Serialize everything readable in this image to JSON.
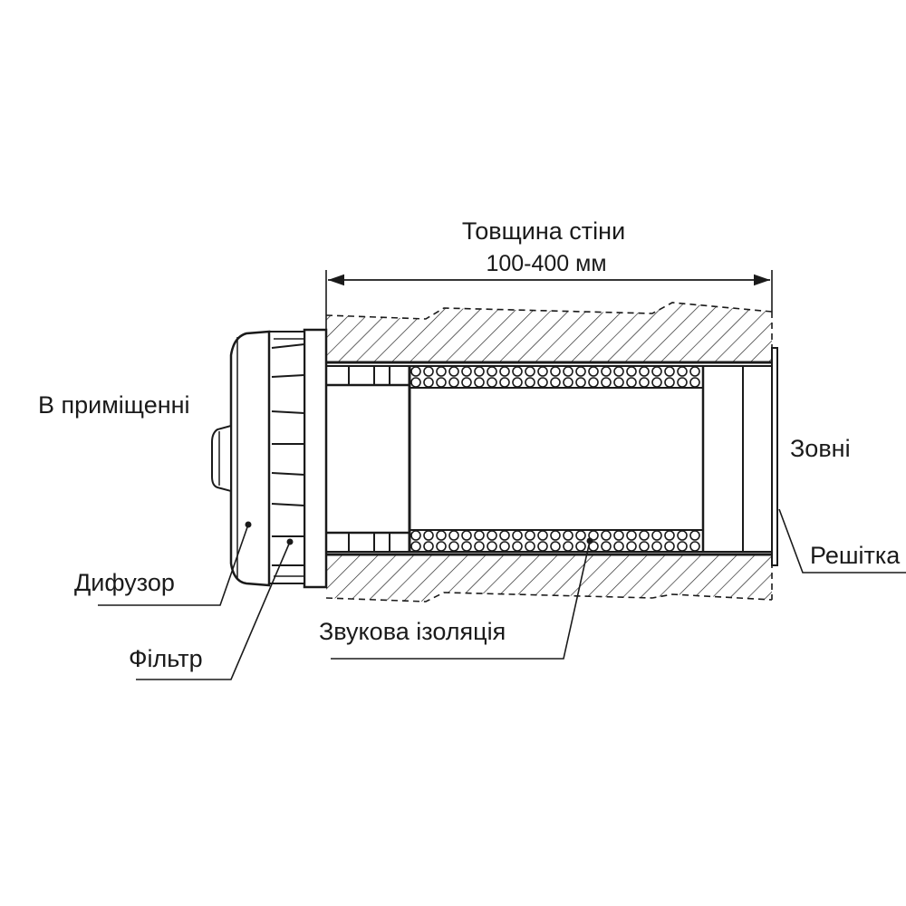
{
  "labels": {
    "wall_thickness": "Товщина стіни",
    "wall_thickness_range": "100-400 мм",
    "indoors": "В приміщенні",
    "outdoors": "Зовні",
    "diffuser": "Дифузор",
    "filter": "Фільтр",
    "sound_insulation": "Звукова ізоляція",
    "grille": "Решітка"
  },
  "colors": {
    "line": "#1a1a1a",
    "background": "#ffffff"
  }
}
